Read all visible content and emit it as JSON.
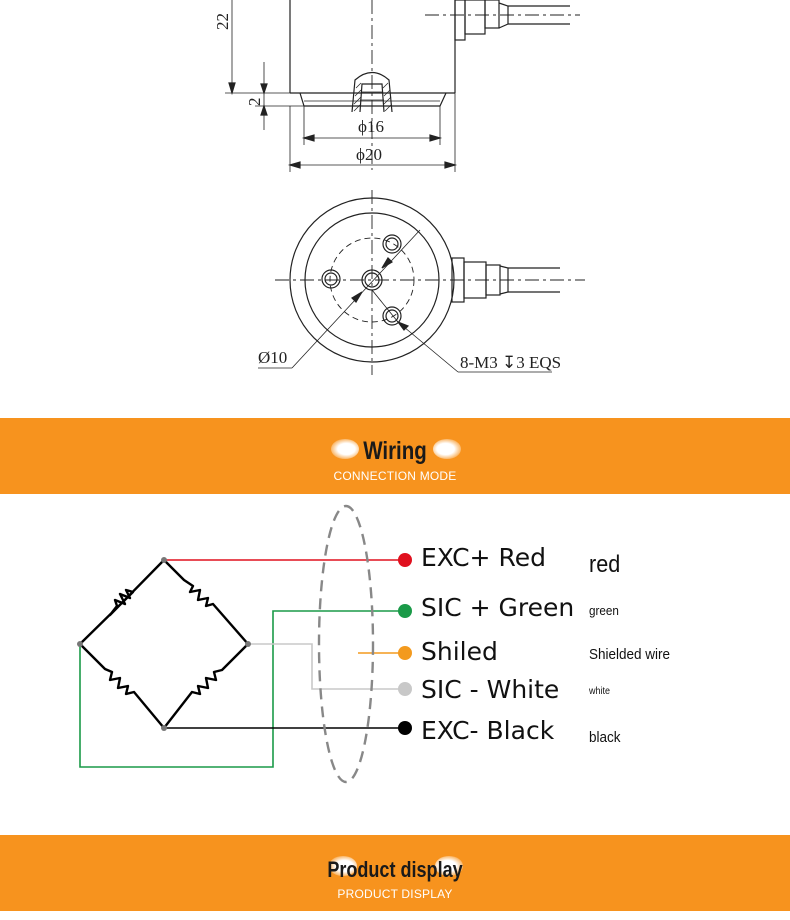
{
  "drawing": {
    "dim_height_22": "22",
    "dim_height_2": "2",
    "dim_dia_16": "ϕ16",
    "dim_dia_20": "ϕ20",
    "dim_dia_10": "Ø10",
    "dim_thread": "8-M3 ↧3 EQS"
  },
  "wiring_banner": {
    "title": "Wiring",
    "subtitle": "CONNECTION MODE"
  },
  "wires": [
    {
      "label": "EXC+ Red",
      "note": "red",
      "color": "#e0101e"
    },
    {
      "label": "SIC + Green",
      "note": "green",
      "color": "#1a9a48"
    },
    {
      "label": "Shiled",
      "note": "Shielded wire",
      "color": "#f39a1e"
    },
    {
      "label": "SIC -  White",
      "note": "white",
      "color": "#c8c8c8"
    },
    {
      "label": "EXC- Black",
      "note": "black",
      "color": "#000000"
    }
  ],
  "product_banner": {
    "title": "Product display",
    "subtitle": "PRODUCT DISPLAY"
  }
}
